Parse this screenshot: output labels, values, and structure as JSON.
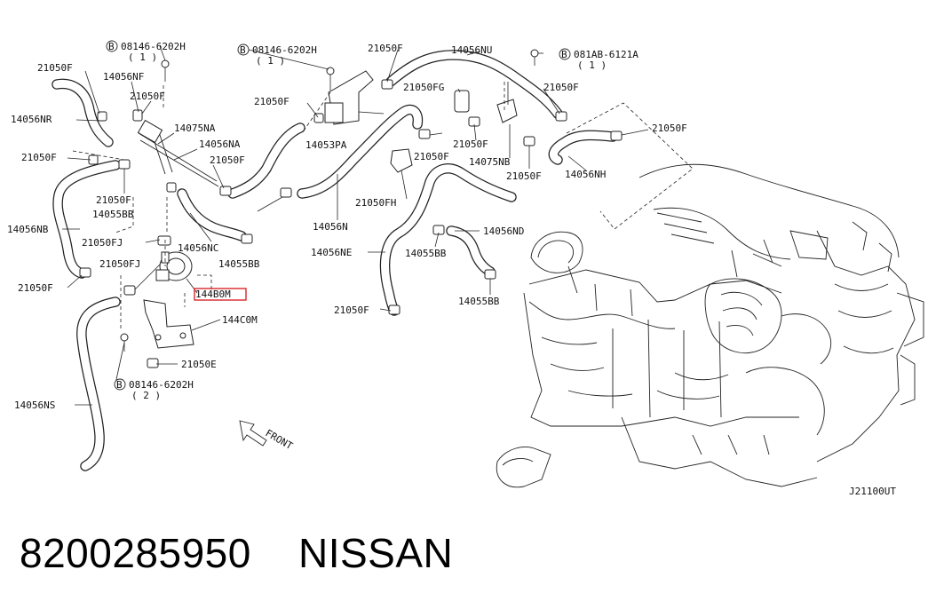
{
  "diagram": {
    "code": "J21100UT",
    "front_label": "FRONT",
    "highlight_color": "#d9262b",
    "callouts": [
      {
        "id": "c1",
        "text": "21050F"
      },
      {
        "id": "c2",
        "text": "14056NF"
      },
      {
        "id": "c3",
        "text": "21050F"
      },
      {
        "id": "c4",
        "text": "14056NR"
      },
      {
        "id": "c5",
        "text": "14075NA"
      },
      {
        "id": "c6",
        "text": "14056NA"
      },
      {
        "id": "c7",
        "text": "21050F"
      },
      {
        "id": "c8",
        "text": "21050F"
      },
      {
        "id": "c9",
        "text": "21050F"
      },
      {
        "id": "c10",
        "text": "14055BB"
      },
      {
        "id": "c11",
        "text": "14056NB"
      },
      {
        "id": "c12",
        "text": "21050FJ"
      },
      {
        "id": "c13",
        "text": "14056NC"
      },
      {
        "id": "c14",
        "text": "21050FJ"
      },
      {
        "id": "c15",
        "text": "14055BB"
      },
      {
        "id": "c16",
        "text": "21050F"
      },
      {
        "id": "c17",
        "text": "144B0M"
      },
      {
        "id": "c18",
        "text": "144C0M"
      },
      {
        "id": "c19",
        "text": "21050E"
      },
      {
        "id": "c20",
        "text": "14056NS"
      },
      {
        "id": "c21",
        "text": "21050F"
      },
      {
        "id": "c22",
        "text": "14053PA"
      },
      {
        "id": "c23",
        "text": "21050F"
      },
      {
        "id": "c24",
        "text": "14056NU"
      },
      {
        "id": "c25",
        "text": "21050FG"
      },
      {
        "id": "c26",
        "text": "21050F"
      },
      {
        "id": "c27",
        "text": "21050F"
      },
      {
        "id": "c28",
        "text": "21050F"
      },
      {
        "id": "c29",
        "text": "14075NB"
      },
      {
        "id": "c30",
        "text": "21050F"
      },
      {
        "id": "c31",
        "text": "21050F"
      },
      {
        "id": "c32",
        "text": "14056NH"
      },
      {
        "id": "c33",
        "text": "21050FH"
      },
      {
        "id": "c34",
        "text": "14056N"
      },
      {
        "id": "c35",
        "text": "14056NE"
      },
      {
        "id": "c36",
        "text": "14055BB"
      },
      {
        "id": "c37",
        "text": "14056ND"
      },
      {
        "id": "c38",
        "text": "14055BB"
      },
      {
        "id": "c39",
        "text": "21050F"
      }
    ],
    "bolts": [
      {
        "id": "b1",
        "prefix": "B",
        "number": "08146-6202H",
        "qty": "( 1 )"
      },
      {
        "id": "b2",
        "prefix": "B",
        "number": "08146-6202H",
        "qty": "( 1 )"
      },
      {
        "id": "b3",
        "prefix": "B",
        "number": "081AB-6121A",
        "qty": "( 1 )"
      },
      {
        "id": "b4",
        "prefix": "B",
        "number": "08146-6202H",
        "qty": "( 2 )"
      }
    ]
  },
  "caption": {
    "part_number": "8200285950",
    "brand": "NISSAN"
  }
}
